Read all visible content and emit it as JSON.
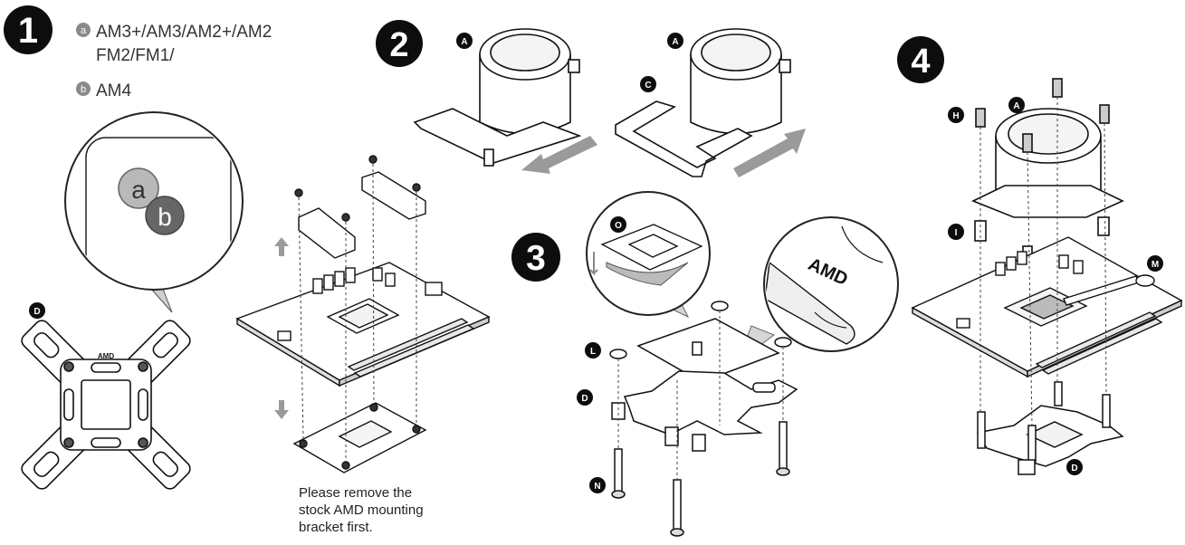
{
  "steps": {
    "s1": "1",
    "s2": "2",
    "s3": "3",
    "s4": "4"
  },
  "socket_options": {
    "a_marker": "a",
    "a_line1": "AM3+/AM3/AM2+/AM2",
    "a_line2": "FM2/FM1/",
    "b_marker": "b",
    "b_line1": "AM4"
  },
  "callout_letters": {
    "a": "a",
    "b": "b"
  },
  "part_labels": {
    "A": "A",
    "C": "C",
    "D": "D",
    "H": "H",
    "I": "I",
    "L": "L",
    "M": "M",
    "N": "N",
    "O": "O"
  },
  "bracket_logo": "AMD",
  "note": {
    "line1": "Please remove the",
    "line2": "stock AMD mounting",
    "line3": "bracket first."
  },
  "colors": {
    "ink": "#111111",
    "badge": "#0d0d0d",
    "gray_marker": "#888888",
    "arrow_gray": "#9a9a9a",
    "callout_fill": "#eeeeee"
  }
}
